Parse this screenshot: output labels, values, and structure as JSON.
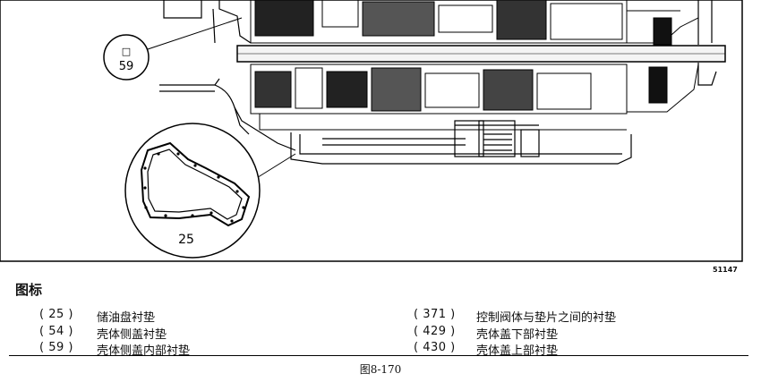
{
  "diagram": {
    "callout_top_symbol": "□",
    "callout_top_number": "59",
    "callout_bottom_number": "25",
    "figure_ref": "51147"
  },
  "legend": {
    "title": "图标",
    "items": [
      {
        "code": "( 25 )",
        "label": "储油盘衬垫"
      },
      {
        "code": "( 54 )",
        "label": "壳体侧盖衬垫"
      },
      {
        "code": "( 59 )",
        "label": "壳体侧盖内部衬垫"
      },
      {
        "code": "( 371 )",
        "label": "控制阀体与垫片之间的衬垫"
      },
      {
        "code": "( 429 )",
        "label": "壳体盖下部衬垫"
      },
      {
        "code": "( 430 )",
        "label": "壳体盖上部衬垫"
      }
    ]
  },
  "caption": "图8-170"
}
